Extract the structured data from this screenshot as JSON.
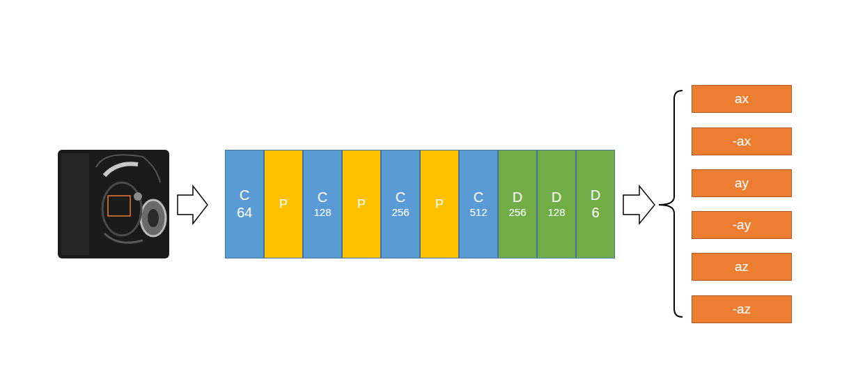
{
  "diagram": {
    "nodes": [
      {
        "text": [
          "C",
          "64"
        ]
      },
      {
        "text": [
          "P"
        ]
      },
      {
        "text": [
          "C",
          "128"
        ]
      },
      {
        "text": [
          "P"
        ]
      },
      {
        "text": [
          "C",
          "256"
        ]
      },
      {
        "text": [
          "P"
        ]
      },
      {
        "text": [
          "C",
          "512"
        ]
      },
      {
        "text": [
          "D",
          "256"
        ]
      },
      {
        "text": [
          "D",
          "128"
        ]
      },
      {
        "text": [
          "D",
          "6"
        ]
      },
      {
        "text": [
          "ax"
        ]
      },
      {
        "text": [
          "-ax"
        ]
      },
      {
        "text": [
          "ay"
        ]
      },
      {
        "text": [
          "-ay"
        ]
      },
      {
        "text": [
          "az"
        ]
      },
      {
        "text": [
          "-az"
        ]
      }
    ]
  }
}
